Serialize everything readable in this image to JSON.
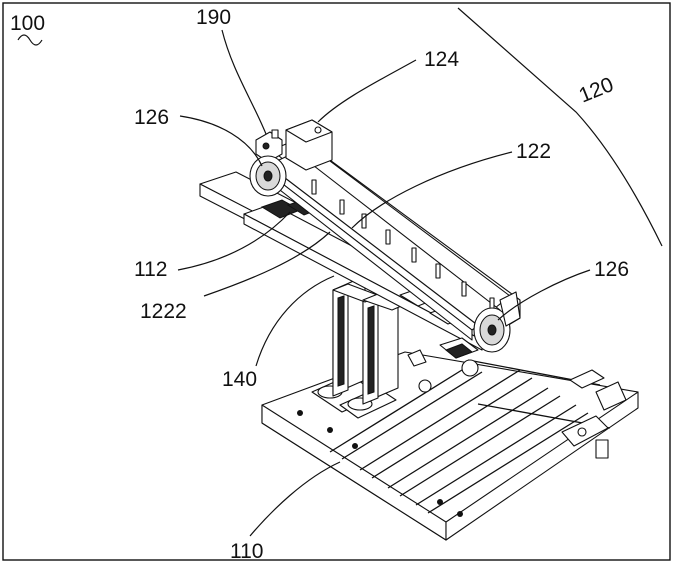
{
  "figure": {
    "labels": {
      "l100": "100",
      "l190": "190",
      "l124": "124",
      "l120": "120",
      "l126a": "126",
      "l122": "122",
      "l112": "112",
      "l1222": "1222",
      "l126b": "126",
      "l140": "140",
      "l110": "110"
    }
  }
}
